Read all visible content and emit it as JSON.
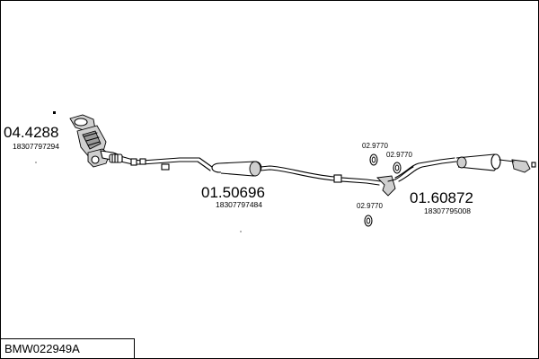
{
  "diagram_code": "BMW022949A",
  "parts": [
    {
      "id": "cat",
      "number": "04.4288",
      "oe_ref": "18307797294"
    },
    {
      "id": "middle",
      "number": "01.50696",
      "oe_ref": "18307797484"
    },
    {
      "id": "rear",
      "number": "01.60872",
      "oe_ref": "18307795008"
    }
  ],
  "clamps": [
    {
      "id": "clamp-a",
      "number": "02.9770"
    },
    {
      "id": "clamp-b",
      "number": "02.9770"
    },
    {
      "id": "clamp-c",
      "number": "02.9770"
    }
  ]
}
